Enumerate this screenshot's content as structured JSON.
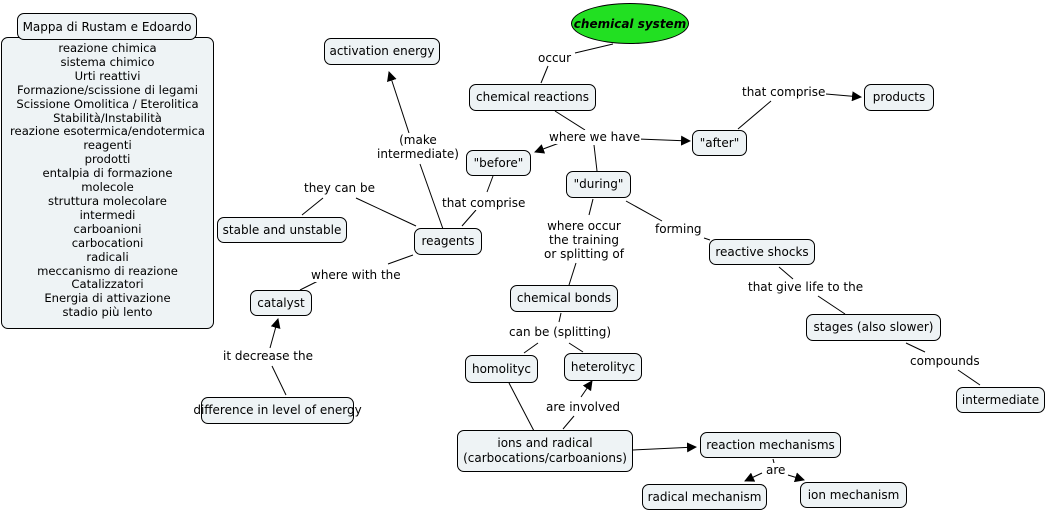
{
  "legend": {
    "title": "Mappa di Rustam e Edoardo",
    "items": [
      "reazione chimica",
      "sistema chimico",
      "Urti reattivi",
      "Formazione/scissione di legami",
      "Scissione Omolitica / Eterolitica",
      "Stabilità/Instabilità",
      "reazione esotermica/endotermica",
      "reagenti",
      "prodotti",
      "entalpia di formazione",
      "molecole",
      "struttura molecolare",
      "intermedi",
      "carboanioni",
      "carbocationi",
      "radicali",
      "meccanismo di reazione",
      "Catalizzatori",
      "Energia di attivazione",
      "stadio più lento"
    ]
  },
  "root": {
    "label": "chemical system",
    "color": "#22e022"
  },
  "concepts": {
    "chemical_reactions": "chemical reactions",
    "activation_energy": "activation energy",
    "products": "products",
    "after": "\"after\"",
    "before": "\"before\"",
    "during": "\"during\"",
    "stable_unstable": "stable and unstable",
    "reagents": "reagents",
    "reactive_shocks": "reactive shocks",
    "catalyst": "catalyst",
    "chemical_bonds": "chemical bonds",
    "stages": "stages (also slower)",
    "homolityc": "homolityc",
    "heterolityc": "heterolityc",
    "intermediate": "intermediate",
    "difference_energy": "difference in level of energy",
    "ions_radical_1": "ions and radical",
    "ions_radical_2": "(carbocations/carboanions)",
    "reaction_mechanisms": "reaction mechanisms",
    "radical_mechanism": "radical mechanism",
    "ion_mechanism": "ion mechanism"
  },
  "links": {
    "occur": "occur",
    "where_we_have": "where we have",
    "that_comprise_after": "that comprise",
    "make_intermediate_1": "(make",
    "make_intermediate_2": "intermediate)",
    "they_can_be": "they can be",
    "that_comprise_before": "that comprise",
    "where_occur_1": "where occur",
    "where_occur_2": "the training",
    "where_occur_3": "or splitting of",
    "forming": "forming",
    "where_with_the": "where with the",
    "that_give_life": "that give life to the",
    "can_be_splitting": "can be (splitting)",
    "compounds": "compounds",
    "it_decrease": "it decrease the",
    "are_involved": "are involved",
    "are": "are"
  },
  "node_fill": "#eef3f5"
}
